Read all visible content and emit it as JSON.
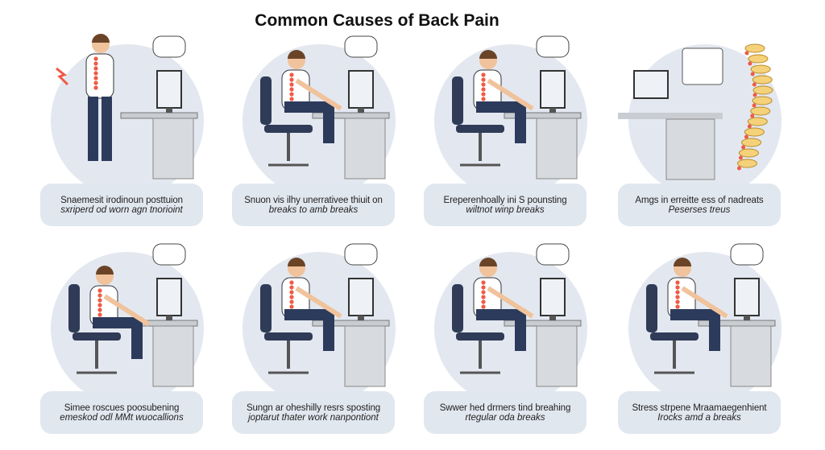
{
  "title": "Common Causes of Back Pain",
  "panels": [
    {
      "line1": "Snaemesit irodinoun posttuion",
      "line2": "sxriperd od worn agn tnorioint",
      "scene": "standing"
    },
    {
      "line1": "Snuon vis ilhy unerrativee thiuit on",
      "line2": "breaks to amb breaks",
      "scene": "sitting"
    },
    {
      "line1": "Ereperenhoally ini S pounsting",
      "line2": "wiltnot winp breaks",
      "scene": "sitting-back"
    },
    {
      "line1": "Amgs in erreitte ess of nadreats",
      "line2": "Peserses treus",
      "scene": "spine"
    },
    {
      "line1": "Simee roscues poosubening",
      "line2": "emeskod odl MMt wuocallions",
      "scene": "slouch"
    },
    {
      "line1": "Sungn ar oheshilly resrs sposting",
      "line2": "joptarut thater work nanpontiont",
      "scene": "sitting"
    },
    {
      "line1": "Swwer hed drmers tind breahing",
      "line2": "rtegular oda breaks",
      "scene": "tablet"
    },
    {
      "line1": "Stress strpene Mraamaegenhient",
      "line2": "Irocks amd a breaks",
      "scene": "sitting"
    }
  ],
  "colors": {
    "bg_blob": "#e3e8f0",
    "accent": "#ef5a45",
    "pants": "#2c3a5c",
    "desk": "#c9ccd1",
    "chair": "#2f3b57"
  }
}
